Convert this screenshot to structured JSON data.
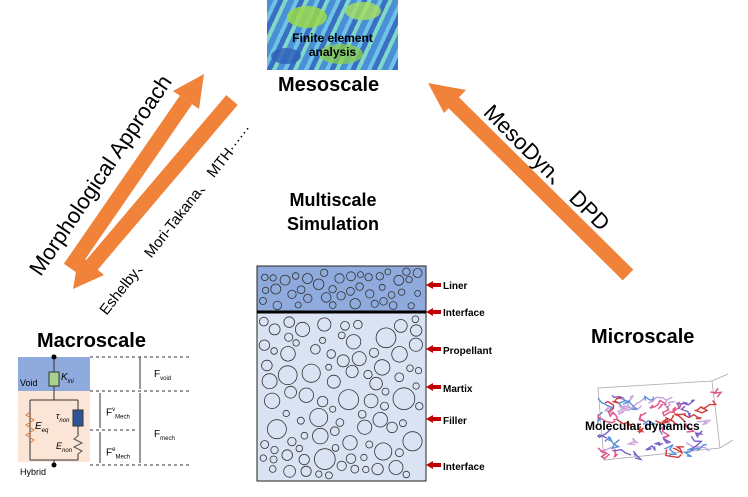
{
  "mesoscale": {
    "title": "Mesoscale",
    "image_caption": "Finite element analysis"
  },
  "center": {
    "line1": "Multiscale",
    "line2": "Simulation"
  },
  "left_arrows": {
    "up_label": "Morphological Approach",
    "down_label": "Eshelby、 Mori-Takana、 MTH······"
  },
  "right_arrow": {
    "label": "MesoDyn、 DPD"
  },
  "macroscale": {
    "title": "Macroscale",
    "void_label": "Void",
    "hybrid_label": "Hybrid",
    "k_ini": "K",
    "k_ini_sub": "ini",
    "e_eq": "E",
    "e_eq_sub": "eq",
    "tau_non": "τ",
    "tau_non_sub": "non",
    "e_non": "E",
    "e_non_sub": "non",
    "f_void": "F",
    "f_void_sub": "void",
    "f_mech_v": "F",
    "f_mech_v_sup": "v",
    "f_mech_v_sub": "Mech",
    "f_mech": "F",
    "f_mech_sub": "mech",
    "f_mech_e": "F",
    "f_mech_e_sup": "e",
    "f_mech_e_sub": "Mech"
  },
  "propellant": {
    "labels": [
      "Liner",
      "Interface",
      "Propellant",
      "Martix",
      "Filler",
      "Interface"
    ]
  },
  "microscale": {
    "title": "Microscale",
    "image_caption": "Molecular dynamics"
  },
  "colors": {
    "arrow": "#F0823A",
    "liner_fill": "#8FAADC",
    "propellant_fill": "#DAE3F3",
    "marker_red": "#C00000",
    "void_fill": "#8FAADC",
    "hybrid_fill": "#FBE5D6"
  }
}
